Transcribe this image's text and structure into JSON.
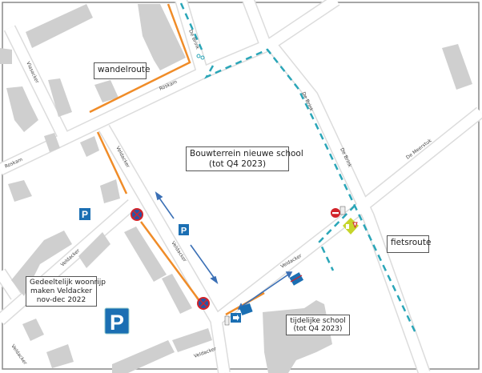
{
  "labels": {
    "walking_route": "wandelroute",
    "construction_site_line1": "Bouwterrein nieuwe school",
    "construction_site_line2": "(tot Q4 2023)",
    "cycle_route": "fietsroute",
    "residential_line1": "Gedeeltelijk woonrijp",
    "residential_line2": "maken Veldacker",
    "residential_line3": "nov-dec 2022",
    "temp_school_line1": "tijdelijke school",
    "temp_school_line2": "(tot Q4 2023)"
  },
  "streets": {
    "roskam_1": "Roskam",
    "roskam_2": "Roskam",
    "vlasacker": "Vlasacker",
    "veldacker_1": "Veldacker",
    "veldacker_2": "Veldacker",
    "veldacker_3": "Veldacker",
    "veldacker_4": "Veldacker",
    "veldacker_5": "Veldacker",
    "veldacker_6": "Veldacker",
    "de_brink_1": "De Brink",
    "de_brink_2": "De Brink",
    "de_brink_3": "De Brink",
    "de_meerstuk": "De Meerstuk"
  },
  "signs": {
    "parking_letter": "P"
  },
  "colors": {
    "walking_route": "#f08c28",
    "cycle_route": "#2aa6b8",
    "traffic_arrow": "#3a6fb5",
    "parking_blue": "#1b6fb3",
    "building": "#cfcfcf",
    "road_edge": "#dcdcdc"
  }
}
